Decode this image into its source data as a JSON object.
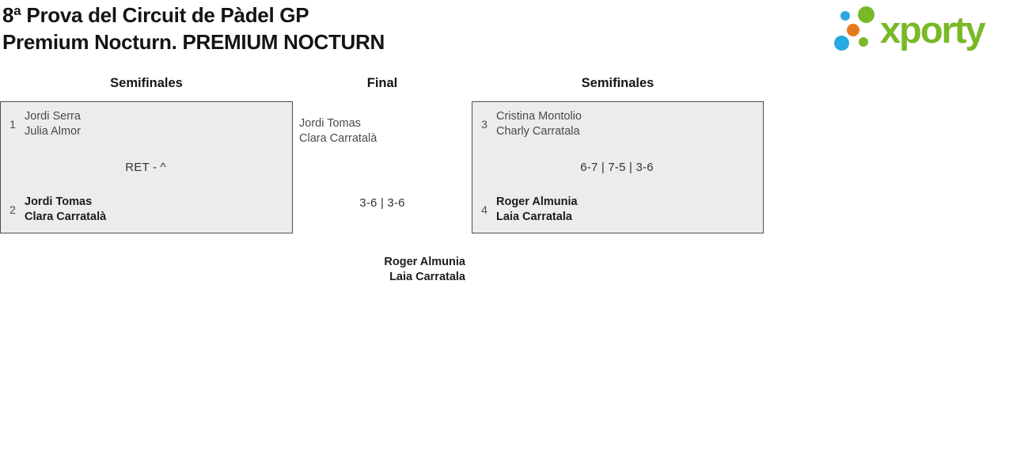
{
  "header": {
    "title_line1": "8ª Prova del Circuit de Pàdel GP",
    "title_line2": "Premium Nocturn. PREMIUM NOCTURN"
  },
  "logo": {
    "brand": "xporty",
    "brand_color": "#79b928",
    "dot_blue": "#29a8e0",
    "dot_green": "#79b928",
    "dot_orange": "#e87a1e"
  },
  "bracket": {
    "rounds": {
      "left": "Semifinales",
      "center": "Final",
      "right": "Semifinales"
    },
    "semifinal_left": {
      "seed_top": "1",
      "top_player1": "Jordi Serra",
      "top_player2": "Julia Almor",
      "score": "RET - ^",
      "seed_bottom": "2",
      "bottom_player1": "Jordi Tomas",
      "bottom_player2": "Clara Carratalà"
    },
    "semifinal_right": {
      "seed_top": "3",
      "top_player1": "Cristina Montolio",
      "top_player2": "Charly Carratala",
      "score": "6-7 | 7-5 | 3-6",
      "seed_bottom": "4",
      "bottom_player1": "Roger Almunia",
      "bottom_player2": "Laia Carratala"
    },
    "final": {
      "finalist_player1": "Jordi Tomas",
      "finalist_player2": "Clara Carratalà",
      "score": "3-6 | 3-6",
      "winner_player1": "Roger Almunia",
      "winner_player2": "Laia Carratala"
    }
  },
  "colors": {
    "box_background": "#ececec",
    "box_border": "#4d4d4d",
    "winner_text": "#1c1c1c",
    "regular_text": "#4a4a4a"
  }
}
